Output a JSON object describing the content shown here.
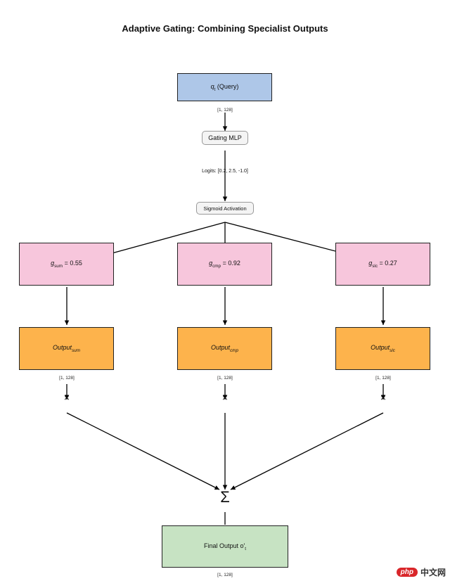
{
  "title": "Adaptive Gating: Combining Specialist Outputs",
  "query": {
    "label": "q",
    "sub": "t",
    "suffix": " (Query)",
    "color": "#aec7e8",
    "dim": "[1, 128]"
  },
  "gating_mlp": {
    "label": "Gating MLP"
  },
  "logits": {
    "label": "Logits: [0.2, 2.5, -1.0]"
  },
  "sigmoid": {
    "label": "Sigmoid Activation"
  },
  "gates": [
    {
      "sym": "g",
      "sub": "sum",
      "value": " = 0.55",
      "color": "#f7c6dc"
    },
    {
      "sym": "g",
      "sub": "cmp",
      "value": " = 0.92",
      "color": "#f7c6dc"
    },
    {
      "sym": "g",
      "sub": "slc",
      "value": " = 0.27",
      "color": "#f7c6dc"
    }
  ],
  "outputs": [
    {
      "label": "Output",
      "sub": "sum",
      "dim": "[1, 128]",
      "color": "#fdb34c"
    },
    {
      "label": "Output",
      "sub": "cmp",
      "dim": "[1, 128]",
      "color": "#fdb34c"
    },
    {
      "label": "Output",
      "sub": "slc",
      "dim": "[1, 128]",
      "color": "#fdb34c"
    }
  ],
  "multiply_symbol": "×",
  "sum_symbol": "Σ",
  "final": {
    "label": "Final Output o'",
    "sub": "t",
    "dim": "[1, 128]",
    "color": "#c7e3c3"
  },
  "watermark": {
    "badge": "php",
    "text": "中文网"
  }
}
